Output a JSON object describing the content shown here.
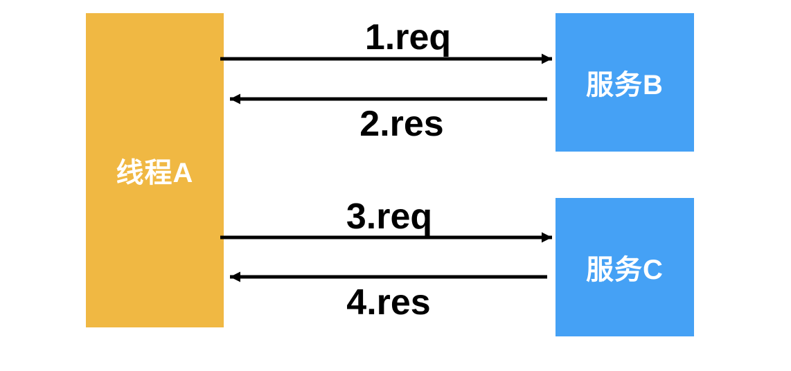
{
  "diagram": {
    "background": "#FFFFFF",
    "arrow_color": "#000000",
    "label_color": "#000000",
    "thread_box": {
      "label": "线程A",
      "color": "#F0B843",
      "text_color": "#FFFFFF"
    },
    "service_boxes": [
      {
        "label": "服务B",
        "color": "#45A1F5",
        "text_color": "#FFFFFF"
      },
      {
        "label": "服务C",
        "color": "#45A1F5",
        "text_color": "#FFFFFF"
      }
    ],
    "arrows": [
      {
        "label": "1.req",
        "direction": "right",
        "from": "线程A",
        "to": "服务B"
      },
      {
        "label": "2.res",
        "direction": "left",
        "from": "服务B",
        "to": "线程A"
      },
      {
        "label": "3.req",
        "direction": "right",
        "from": "线程A",
        "to": "服务C"
      },
      {
        "label": "4.res",
        "direction": "left",
        "from": "服务C",
        "to": "线程A"
      }
    ]
  }
}
